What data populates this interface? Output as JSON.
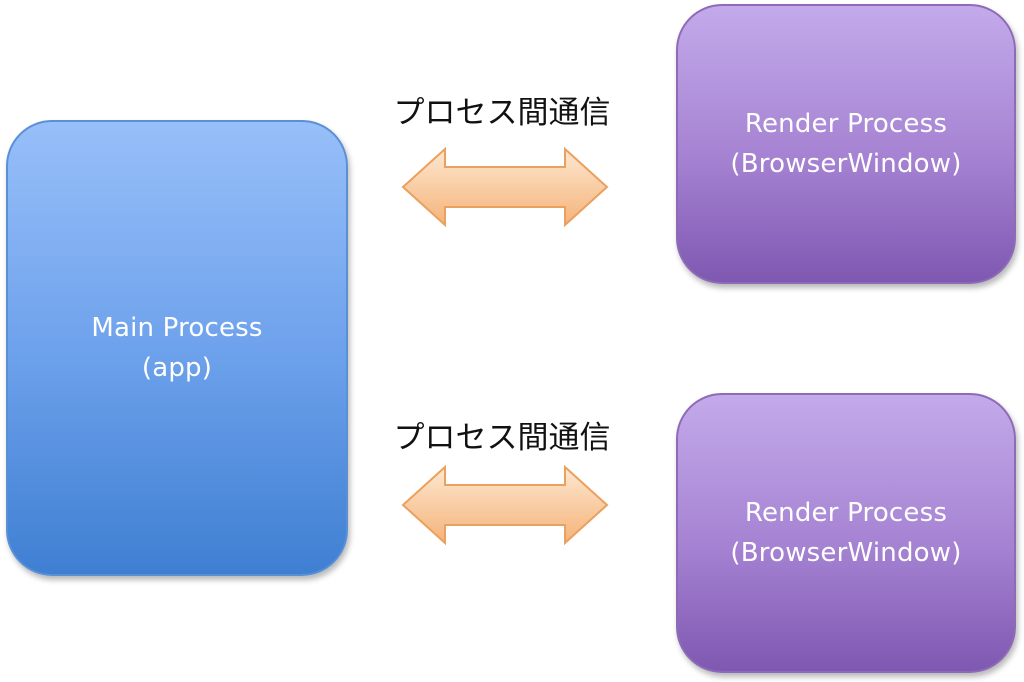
{
  "main_process": {
    "line1": "Main Process",
    "line2": "(app)"
  },
  "render_processes": [
    {
      "line1": "Render Process",
      "line2": "(BrowserWindow)"
    },
    {
      "line1": "Render Process",
      "line2": "(BrowserWindow)"
    }
  ],
  "ipc_links": [
    {
      "label": "プロセス間通信"
    },
    {
      "label": "プロセス間通信"
    }
  ],
  "colors": {
    "main_fill_top": "#97bff9",
    "main_fill_bottom": "#3f7fd2",
    "render_fill_top": "#c3aaea",
    "render_fill_bottom": "#7f58b1",
    "arrow_fill_light": "#fde4c8",
    "arrow_fill_dark": "#f6b880",
    "arrow_stroke": "#eaa05e"
  },
  "icons": {
    "arrow": "double-headed-arrow-icon"
  }
}
